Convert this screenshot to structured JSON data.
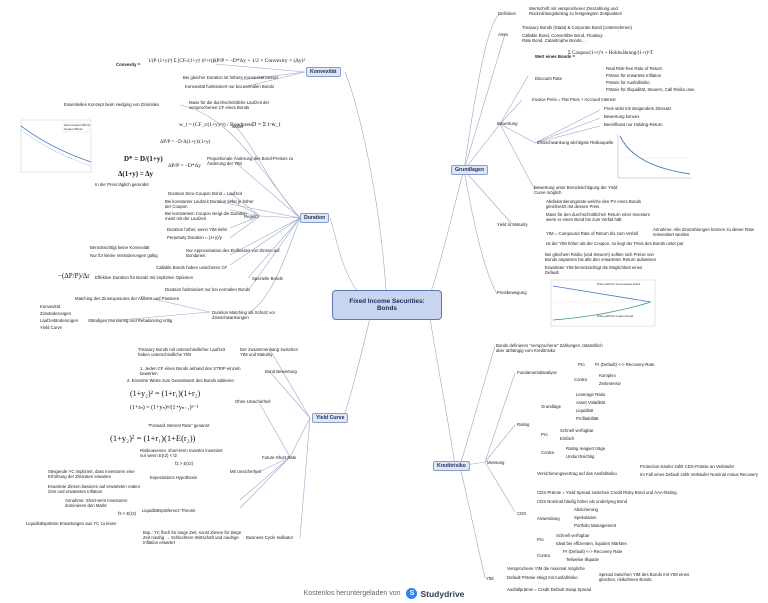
{
  "central": {
    "line1": "Fixed Income Securities:",
    "line2": "Bonds"
  },
  "branches": {
    "konvexitat": "Konvexität",
    "duration": "Duration",
    "yield_curve": "Yield Curve",
    "grundlagen": "Grundlagen",
    "kreditrisiko": "Kreditrisiko"
  },
  "konvexitat": {
    "convexity_label": "Convexity =",
    "formula_dp": "ΔP/P = −D*Δy + 1/2 × Convexity × (Δy)²",
    "note1": "Bei gleicher Duration ist höhere Konvexität besser",
    "note2": "Konvexität funktioniert nur bei normalen Bonds"
  },
  "duration": {
    "zinsrisiko": "Essentielles Konzept beim Hedging von Zinsrisiko",
    "mass": "Mass für die durchschnittliche Laufzeit der versprochenen CF eines Bonds",
    "weight_formula": "w_t = (CF_t/(1+y)^t) / Bondpreis",
    "weight_label": "wobei",
    "d_formula": "D = Σ t·w_t",
    "d_star": "D* = D/(1+y)",
    "delta_formula": "Δ(1+y) = Δy",
    "in_der_preis": "In der Preis täglich gerundet",
    "modified": "ΔP/P = −D*Δy",
    "prop": "Proportionale Änderung des Bond-Preises zu Änderung der YtM",
    "regeln_label": "Regeln",
    "r1": "Duration Zero-Coupon Bond = Laufzeit",
    "r2": "Bei konstanter Laufzeit Duration tiefer je höher der Coupon",
    "r3": "Bei konstantem Coupon steigt die Duration meist mit der Laufzeit",
    "r4": "Duration höher, wenn YtM tiefer",
    "r5": "Perpetuity Duration = (1+y)/y",
    "approx": "Nur Approximation des Einflusses von Zinsen auf Bondpreis",
    "beruck1": "Berücksichtigt keine Konvexität",
    "beruck2": "Nur für kleine Veränderungen gültig",
    "callable": "Callable Bonds haben unsicheren CF",
    "eff_formula": "−(ΔP/P)/Δr",
    "effective": "Effektive Duration für Bonds mit impliziten Optionen",
    "spezielle": "Spezielle Bonds",
    "nur_normal": "Duration funktioniert nur bei normalen Bonds",
    "matching": "Matching des Zinsexposures der Aktiven und Passiven",
    "ds_label": "Duration Matching als Schutz vor Zinsschwankungen",
    "ds1": "Konvexität",
    "ds2": "Zinsänderungen",
    "ds3": "Laufzeitänderungen",
    "ds4": "Yield Curve",
    "ständiges": "Ständiges Monitoring und Rebalancing nötig",
    "chart_legend1": "Zero-Coupon Bond",
    "chart_legend2": "Coupon Bond"
  },
  "yield_curve": {
    "treasury": "Treasury Bonds mit unterschiedlicher Laufzeit haben unterschiedliche YtM",
    "zusammenhang": "Der Zusammenhang zwischen YtM und Maturity",
    "bond_bewertung": "Bond Bewertung",
    "bb1": "1. Jeden CF eines Bonds anhand des STRIP einzeln bewerten",
    "bb2": "2. Einzelne Werte zum Gesamtwert des Bonds addieren",
    "f1": "(1+y₂)² = (1+r₁)(1+r₂)",
    "f2": "(1+rₙ) = (1+yₙ)ⁿ/(1+yₙ₋₁)ⁿ⁻¹",
    "forward": "\"Forward Interest Rate\" genannt",
    "ohne": "Ohne Unsicherheit",
    "f3": "(1+y₂)² = (1+r₁)(1+E(r₂))",
    "risiko": "Risikoaverser, short-term Investor investiert nur wenn E(r2) < f2",
    "f2less": "f2 > E(r2)",
    "mit": "Mit Unsicherheit",
    "future": "Future-Short Rate",
    "exp1": "Steigende YC impliziert, dass Investoren eine Erhöhung der Zinsraten erwarten",
    "exp2": "Erwartete Zinsen basieren auf erwarteten realen Zins und erwarteten Inflation",
    "exp_label": "Expectations Hypothesis",
    "liq1": "Annahme: Short-term Investoren dominieren den Markt",
    "liq2": "f2 > E(r2)",
    "liq_label": "Liquiditätspräferenz-Theorie",
    "liq3": "Liquiditätsprämie Erwartungen aus YC zu lesen",
    "bc1": "Bsp.: YC flach für lange Zeit, sonst Zinsen für lange Zeit niedrig → Schlechtere Wirtschaft und niedrige Inflation erwartet",
    "bc_label": "Business Cycle Indikator"
  },
  "grundlagen": {
    "definition_label": "Definition",
    "definition": "Wertschrift mit versprochener Zinszahlung und Rückzahlungsbetrag zu festgelegten Zeitpunkten",
    "arten_label": "Arten",
    "arten1": "Treasury Bonds (Staat) & Corporate Bond (Unternehmen)",
    "arten2": "Callable Bond, Convertible Bond, Floating-Rate Bond, Catastrophe Bonds…",
    "wert_label": "Wert eines Bonds =",
    "wert_formula": "Σ Coupon/(1+r)^t + Holdwährung/(1+r)^T",
    "dr1": "Real Risk-free Rate of Return",
    "dr2": "Prämie für erwartete Inflation",
    "dr3": "Prämie für Ausfallrisiko",
    "dr4": "Prämie für Illiquidität, Steuern, Call Risiko usw.",
    "discount_label": "Discount Rate",
    "invoice": "Invoice Preis = Flat Preis + Accrued Interest",
    "bewertung_label": "Bewertung",
    "zins1": "Preis sinkt mit steigendem Zinssatz",
    "zins2": "Bewertung konvex",
    "zins3": "Beeinflusst nur Holding-Return",
    "zins_label": "Zinsschwankung wichtigste Risikoquelle",
    "bewertung_unter": "Bewertung unter Berücksichtigung der Yield Curve möglich",
    "ytm1": "Abdiskontierungsrate welche den PV eines Bonds gleichsetzt mit dessen Preis",
    "ytm2": "Mass für den durchschnittlichen Return einer Investors wenn er einen Bond bis zum Verfall hält",
    "ytm3": "YtM = Compound Rate of Return bis zum Verfall",
    "ytm3b": "Annahme: Alle Zinszahlungen können zu dieser Rate reinvestiert werden",
    "ytm4": "Ist der YtM höher als der Coupon, so liegt der Preis des Bonds unter par",
    "ytm_label": "Yield to Maturity",
    "pb1": "Bei gleichem Risiko (und Steuern) sollten sich Preise von Bonds anpassen bis alle den erwarteten Return aufweisen",
    "pb2": "Erwarteter YtM berücksichtigt die Möglichkeit eines Default",
    "pb_label": "Preisbewegung",
    "chart_note1": "Price path for zero-coupon bond",
    "chart_note2": "Price path for coupon bond"
  },
  "kreditrisiko": {
    "intro": "Bonds definieren \"versprochene\" Zahlungen, tatsächlich aber abhängig vom Kreditrisiko",
    "fund_label": "Fundamentalanalyse",
    "pro_label": "Pro",
    "pro_fa": "Pr (Default) <-> Recovery-Rate",
    "contra_label": "Contra",
    "contra_fa1": "Komplex",
    "contra_fa2": "Zeitintensiv",
    "grundlage_label": "Grundlage",
    "g1": "Leverage Ratio",
    "g2": "Asset Volatilität",
    "g3": "Liquidität",
    "g4": "Profitabilität",
    "rating_label": "Rating",
    "rpro1": "Schnell verfügbar",
    "rpro2": "Einfach",
    "rcontra1": "Rating reagiert träge",
    "rcontra2": "Undurchsichtig",
    "messung_label": "Messung",
    "cds_versich": "Versicherungsvertrag auf das Ausfallrisiko",
    "cds_prot1": "Protection Käufer zahlt CDS-Prämie an Verkäufer",
    "cds_prot2": "Im Fall eines Default zahlt Verkäufer Nominal minus Recovery",
    "cds_pramie": "CDS-Prämie = Yield Spread zwischen Credit Risky Bond und AAA-Rating",
    "cds_nominal": "CDS Nominal häufig höher als underlying Bond",
    "anw_label": "Anwendung",
    "anw1": "Absicherung",
    "anw2": "Spekulation",
    "anw3": "Portfolio Management",
    "cds_label": "CDS",
    "cpro1": "Schnell verfügbar",
    "cpro2": "Ideal bei effizienten, liquiden Märkten",
    "ccontra1": "Pr (Default) <-> Recovery Rate",
    "ccontra2": "Teilweise illiquide",
    "ytm_vers": "Versprochene YtM die maximal mögliche",
    "ytm_default": "Default Prämie steigt mit Ausfallrisiko",
    "ytm_spread": "Spread zwischen YtM des Bonds mit YtM eines gleichen, risikofreien Bonds",
    "ausfall": "Ausfallprämie = Credit Default Swap Spread",
    "ytm_label": "YtM"
  },
  "footer": {
    "text": "Kostenlos heruntergeladen von",
    "brand": "Studydrive",
    "logo_letter": "S"
  },
  "colors": {
    "line": "#9aa8c8",
    "accent": "#2b83f6",
    "node": "#dfe6f4"
  }
}
